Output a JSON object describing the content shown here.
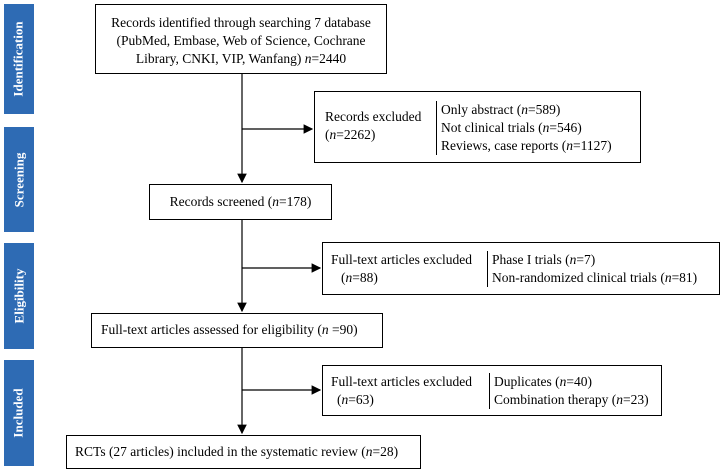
{
  "stages": [
    "Identification",
    "Screening",
    "Eligibility",
    "Included"
  ],
  "identification": {
    "line1": "Records identified through searching 7 database",
    "line2": "(PubMed, Embase, Web of Science, Cochrane",
    "line3_text": "Library, CNKI, VIP, Wanfang) ",
    "n": "n",
    "n_value": "=2440"
  },
  "excluded_1": {
    "label": "Records excluded",
    "n": "n",
    "n_value": "=2262)",
    "open": "(",
    "reasons": [
      {
        "text": "Only abstract (",
        "n": "n",
        "value": "=589)"
      },
      {
        "text": "Not clinical trials (",
        "n": "n",
        "value": "=546)"
      },
      {
        "text": "Reviews, case reports (",
        "n": "n",
        "value": "=1127)"
      }
    ]
  },
  "screened": {
    "text": "Records screened (",
    "n": "n",
    "value": "=178)"
  },
  "excluded_2": {
    "label": "Full-text articles excluded",
    "open": "(",
    "n": "n",
    "n_value": "=88)",
    "reasons": [
      {
        "text": "Phase I trials (",
        "n": "n",
        "value": "=7)"
      },
      {
        "text": "Non-randomized clinical trials (",
        "n": "n",
        "value": "=81)"
      }
    ]
  },
  "assessed": {
    "text": "Full-text articles assessed for eligibility (",
    "n": "n",
    "value": " =90)"
  },
  "excluded_3": {
    "label": "Full-text articles excluded",
    "open": "(",
    "n": "n",
    "n_value": "=63)",
    "reasons": [
      {
        "text": "Duplicates (",
        "n": "n",
        "value": "=40)"
      },
      {
        "text": "Combination therapy (",
        "n": "n",
        "value": "=23)"
      }
    ]
  },
  "included": {
    "text": "RCTs (27 articles) included in the systematic review (",
    "n": "n",
    "value": "=28)"
  },
  "colors": {
    "stage_tab": "#2e6bb4",
    "stage_text": "#ffffff",
    "box_border": "#000000"
  }
}
